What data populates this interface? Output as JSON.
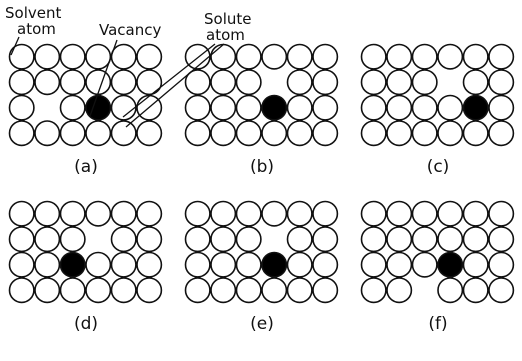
{
  "labels": {
    "solvent": [
      "Solvent",
      "atom"
    ],
    "vacancy": "Vacancy",
    "solute": [
      "Solute",
      "atom"
    ]
  },
  "colors": {
    "atom_stroke": "#111111",
    "solute_fill": "#000000",
    "background": "#ffffff"
  },
  "panels": [
    {
      "caption": "(a)",
      "vacancy": [
        2,
        1
      ],
      "solute": [
        2,
        3
      ]
    },
    {
      "caption": "(b)",
      "vacancy": [
        1,
        3
      ],
      "solute": [
        2,
        3
      ]
    },
    {
      "caption": "(c)",
      "vacancy": [
        1,
        3
      ],
      "solute": [
        2,
        4
      ]
    },
    {
      "caption": "(d)",
      "vacancy": [
        1,
        3
      ],
      "solute": [
        2,
        2
      ]
    },
    {
      "caption": "(e)",
      "vacancy": [
        1,
        3
      ],
      "solute": [
        2,
        3
      ]
    },
    {
      "caption": "(f)",
      "vacancy": [
        3,
        2
      ],
      "solute": [
        2,
        3
      ]
    }
  ]
}
